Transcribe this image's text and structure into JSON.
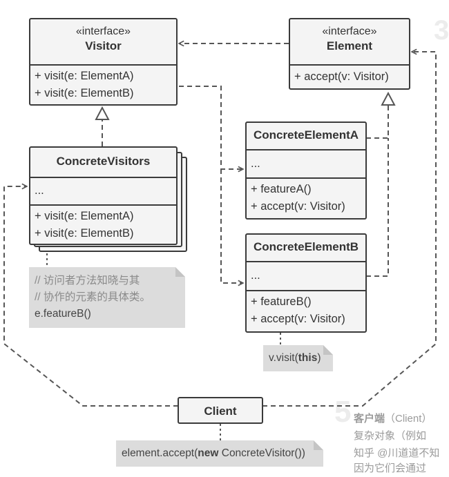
{
  "visitor": {
    "stereotype": "«interface»",
    "name": "Visitor",
    "methods": [
      "+ visit(e: ElementA)",
      "+ visit(e: ElementB)"
    ]
  },
  "element": {
    "stereotype": "«interface»",
    "name": "Element",
    "methods": [
      "+ accept(v: Visitor)"
    ]
  },
  "concrete_visitors": {
    "name": "ConcreteVisitors",
    "fields": "...",
    "methods": [
      "+ visit(e: ElementA)",
      "+ visit(e: ElementB)"
    ]
  },
  "concrete_element_a": {
    "name": "ConcreteElementA",
    "fields": "...",
    "methods": [
      "+ featureA()",
      "+ accept(v: Visitor)"
    ]
  },
  "concrete_element_b": {
    "name": "ConcreteElementB",
    "fields": "...",
    "methods": [
      "+ featureB()",
      "+ accept(v: Visitor)"
    ]
  },
  "client": {
    "name": "Client"
  },
  "notes": {
    "visitor_note": {
      "comment_1": "// 访问者方法知晓与其",
      "comment_2": "// 协作的元素的具体类。",
      "code": "e.featureB()"
    },
    "element_b_note": {
      "code_prefix": "v.visit(",
      "keyword": "this",
      "code_suffix": ")"
    },
    "client_note": {
      "code_prefix": "element.accept(",
      "keyword": "new",
      "code_suffix": " ConcreteVisitor())"
    }
  },
  "background": {
    "step_number": "5",
    "step_number_top": "3",
    "text_line_1_bold": "客户端",
    "text_line_1_rest": "（Client）",
    "text_line_2": "复杂对象（例如",
    "text_line_3": "知乎 @川道道不知",
    "text_line_4": "因为它们会通过"
  },
  "colors": {
    "border": "#3a3a3a",
    "box_fill": "#f4f4f4",
    "note_fill": "#dcdcdc",
    "line": "#555555"
  }
}
